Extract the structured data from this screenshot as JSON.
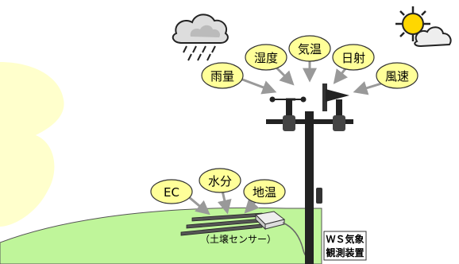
{
  "weather_labels": [
    "雨量",
    "湿度",
    "気温",
    "日射",
    "風速"
  ],
  "soil_labels": [
    "EC",
    "水分",
    "地温"
  ],
  "sensor_caption": "（土壌センサー）",
  "station_label_line1": "ＷＳ気象",
  "station_label_line2": "観測装置",
  "icons": [
    "rain-cloud-icon",
    "sun-cloud-icon"
  ],
  "colors": {
    "bubble_fill": "#ffff99",
    "bubble_stroke": "#333333",
    "grass": "#bff59a",
    "background_blob": "#ffffcc",
    "arrow": "#999999",
    "pole": "#222222"
  }
}
